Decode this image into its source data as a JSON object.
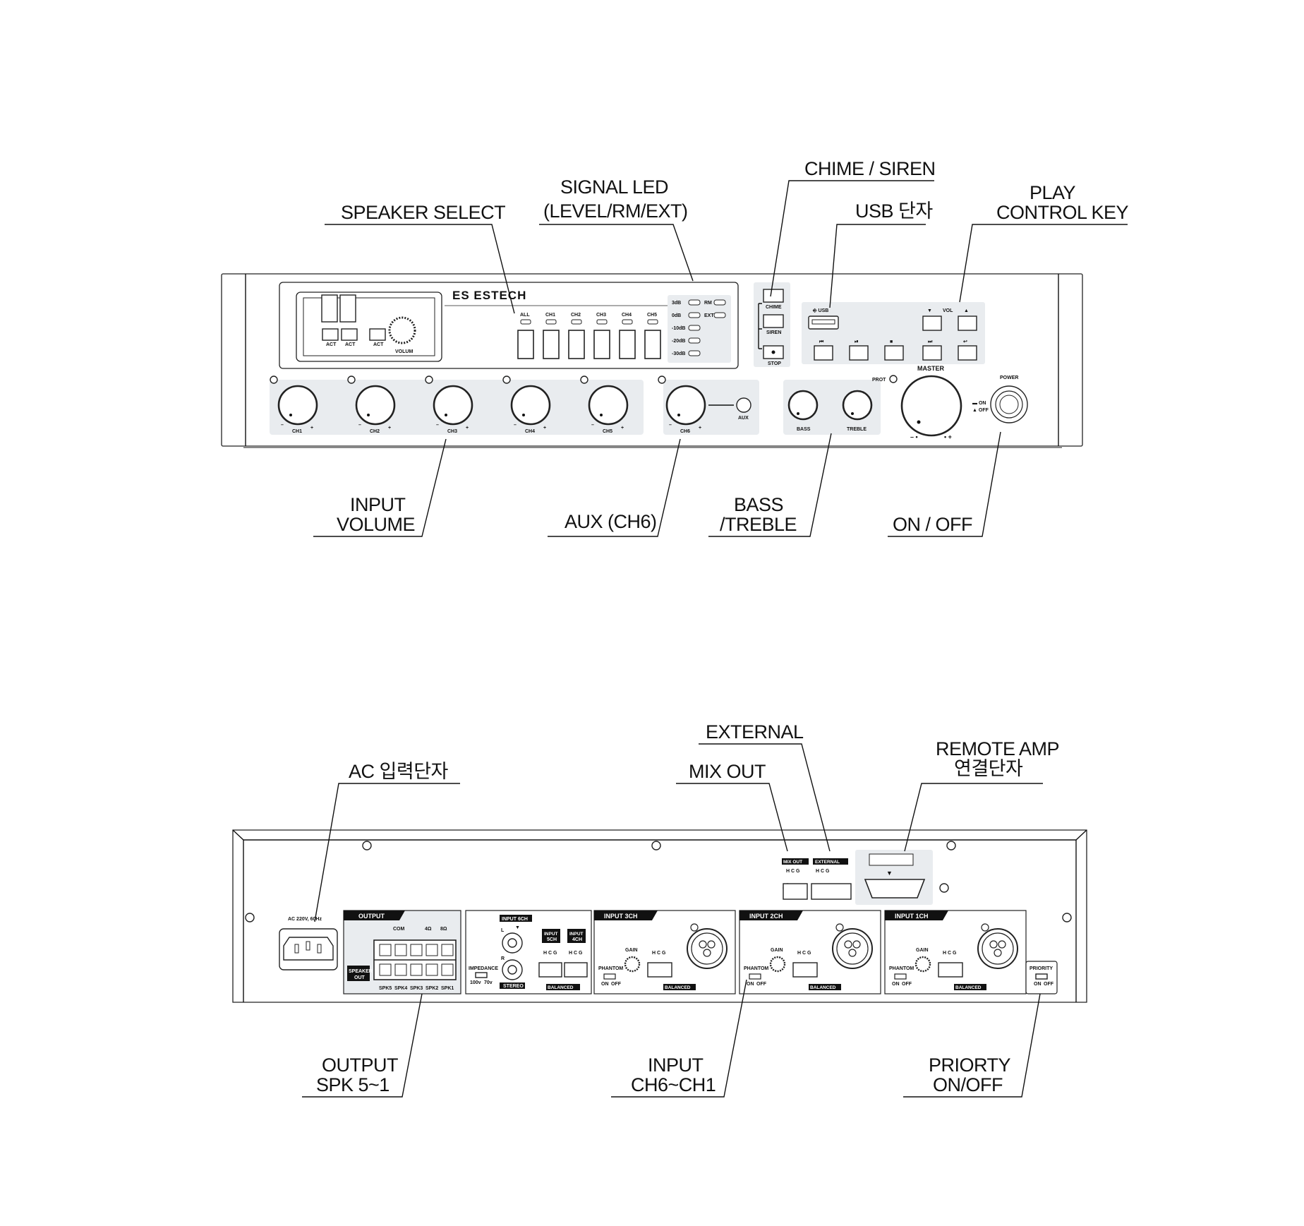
{
  "brand": {
    "logo": "ES ESTECH"
  },
  "front": {
    "callouts": {
      "speaker_select": "SPEAKER SELECT",
      "signal_led_1": "SIGNAL LED",
      "signal_led_2": "(LEVEL/RM/EXT)",
      "chime_siren": "CHIME / SIREN",
      "usb": "USB 단자",
      "play_control_1": "PLAY",
      "play_control_2": "CONTROL KEY",
      "input_volume_1": "INPUT",
      "input_volume_2": "VOLUME",
      "aux": "AUX (CH6)",
      "bass_treble_1": "BASS",
      "bass_treble_2": "/TREBLE",
      "on_off": "ON / OFF"
    },
    "selector_labels": [
      "ALL",
      "CH1",
      "CH2",
      "CH3",
      "CH4",
      "CH5"
    ],
    "led_levels": [
      "3dB",
      "0dB",
      "-10dB",
      "-20dB",
      "-30dB"
    ],
    "led_status": [
      "RM",
      "EXT"
    ],
    "player": {
      "act1": "ACT",
      "act2": "ACT",
      "act3": "ACT",
      "volume": "VOLUM"
    },
    "chime_label": "CHIME",
    "siren_label": "SIREN",
    "stop_label": "STOP",
    "usb_port_label": "USB",
    "vol_label": "VOL",
    "knob_labels": [
      "CH1",
      "CH2",
      "CH3",
      "CH4",
      "CH5",
      "CH6"
    ],
    "aux_jack": "AUX",
    "bass": "BASS",
    "treble": "TREBLE",
    "prot": "PROT",
    "master": "MASTER",
    "power": "POWER",
    "power_on": "ON",
    "power_off": "OFF"
  },
  "rear": {
    "callouts": {
      "external": "EXTERNAL",
      "mix_out": "MIX OUT",
      "ac_input": "AC 입력단자",
      "remote_amp_1": "REMOTE AMP",
      "remote_amp_2": "연결단자",
      "output_1": "OUTPUT",
      "output_2": "SPK 5~1",
      "input_1": "INPUT",
      "input_2": "CH6~CH1",
      "priority_1": "PRIORTY",
      "priority_2": "ON/OFF"
    },
    "ac_rating": "AC 220V, 60Hz",
    "output_tag": "OUTPUT",
    "com": "COM",
    "ohm4": "4Ω",
    "ohm8": "8Ω",
    "speaker_out_1": "SPEAKER",
    "speaker_out_2": "OUT",
    "spk_labels": [
      "SPK5",
      "SPK4",
      "SPK3",
      "SPK2",
      "SPK1"
    ],
    "input6": "INPUT 6CH",
    "input5_1": "INPUT",
    "input5_2": "5CH",
    "input4_1": "INPUT",
    "input4_2": "4CH",
    "rca_l": "L",
    "rca_r": "R",
    "stereo": "STEREO",
    "impedance": "IMPEDANCE",
    "imp_100": "100v",
    "imp_70": "70v",
    "balanced": "BALANCED",
    "hcg": "H C G",
    "mix_out_tag": "MIX OUT",
    "external_tag": "EXTERNAL",
    "input3": "INPUT 3CH",
    "input2": "INPUT 2CH",
    "input1": "INPUT 1CH",
    "phantom": "PHANTOM",
    "gain": "GAIN",
    "on": "ON",
    "off": "OFF",
    "priority": "PRIORITY"
  }
}
